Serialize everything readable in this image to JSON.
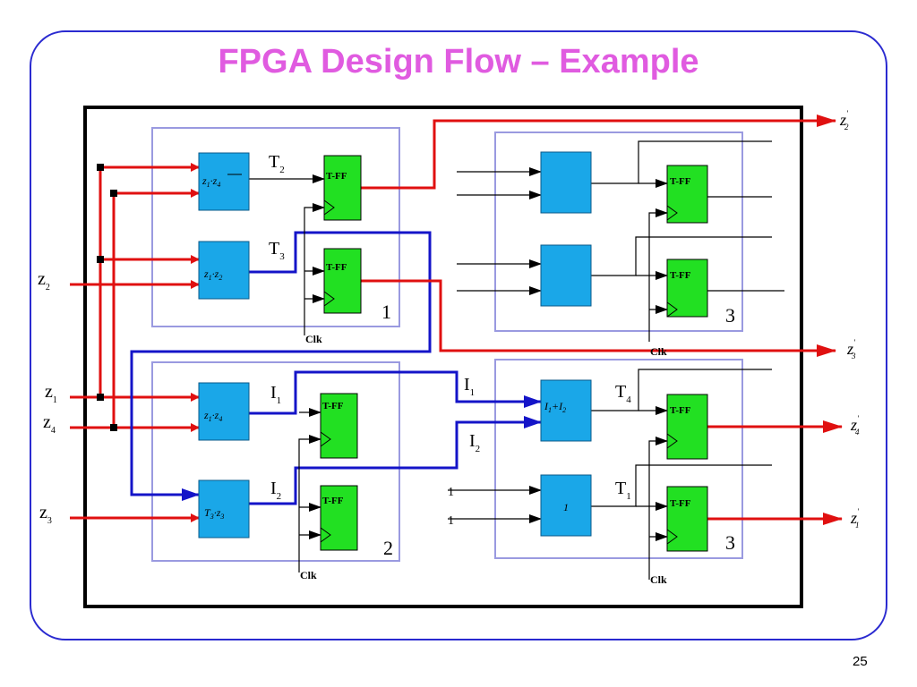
{
  "slide": {
    "title": "FPGA Design Flow – Example",
    "page_number": "25"
  },
  "colors": {
    "title": "#e05be0",
    "frame": "#2a2ad0",
    "logic_block": "#1aa7e8",
    "flip_flop": "#22e022",
    "wire_red": "#e01010",
    "wire_blue": "#1414c8",
    "region_border": "#9a9ae0"
  },
  "inputs": {
    "z2": {
      "main": "z",
      "sub": "2"
    },
    "z1": {
      "main": "z",
      "sub": "1"
    },
    "z4": {
      "main": "z",
      "sub": "4"
    },
    "z3": {
      "main": "z",
      "sub": "3"
    }
  },
  "outputs": {
    "z2p": {
      "main": "z",
      "sub": "2"
    },
    "z3p": {
      "main": "z",
      "sub": "3"
    },
    "z4p": {
      "main": "z",
      "sub": "4"
    },
    "z1p": {
      "main": "z",
      "sub": "1"
    },
    "prime": "′"
  },
  "constants": {
    "one_a": "1",
    "one_b": "1"
  },
  "signals": {
    "T2": {
      "main": "T",
      "sub": "2"
    },
    "T3": {
      "main": "T",
      "sub": "3"
    },
    "T4": {
      "main": "T",
      "sub": "4"
    },
    "T1": {
      "main": "T",
      "sub": "1"
    },
    "I1_left": {
      "main": "I",
      "sub": "1"
    },
    "I2_left": {
      "main": "I",
      "sub": "2"
    },
    "I1_right": {
      "main": "I",
      "sub": "1"
    },
    "I2_right": {
      "main": "I",
      "sub": "2"
    }
  },
  "logic_blocks": {
    "z1_z4bar": {
      "a": "z",
      "a_sub": "1",
      "op": "·",
      "b": "z",
      "b_sub": "4"
    },
    "z1_z2": {
      "a": "z",
      "a_sub": "1",
      "op": "·",
      "b": "z",
      "b_sub": "2"
    },
    "z1_z4": {
      "a": "z",
      "a_sub": "1",
      "op": "·",
      "b": "z",
      "b_sub": "4"
    },
    "T3_z3": {
      "a": "T",
      "a_sub": "3",
      "op": "·",
      "b": "z",
      "b_sub": "3"
    },
    "I1_plus_I2": {
      "a": "I",
      "a_sub": "1",
      "op": "+",
      "b": "I",
      "b_sub": "2"
    },
    "const_one": {
      "label": "1"
    }
  },
  "flip_flop_label": "T-FF",
  "clock_label": "Clk",
  "region_numbers": {
    "r1": "1",
    "r2": "2",
    "r3_top": "3",
    "r3_bottom": "3"
  }
}
